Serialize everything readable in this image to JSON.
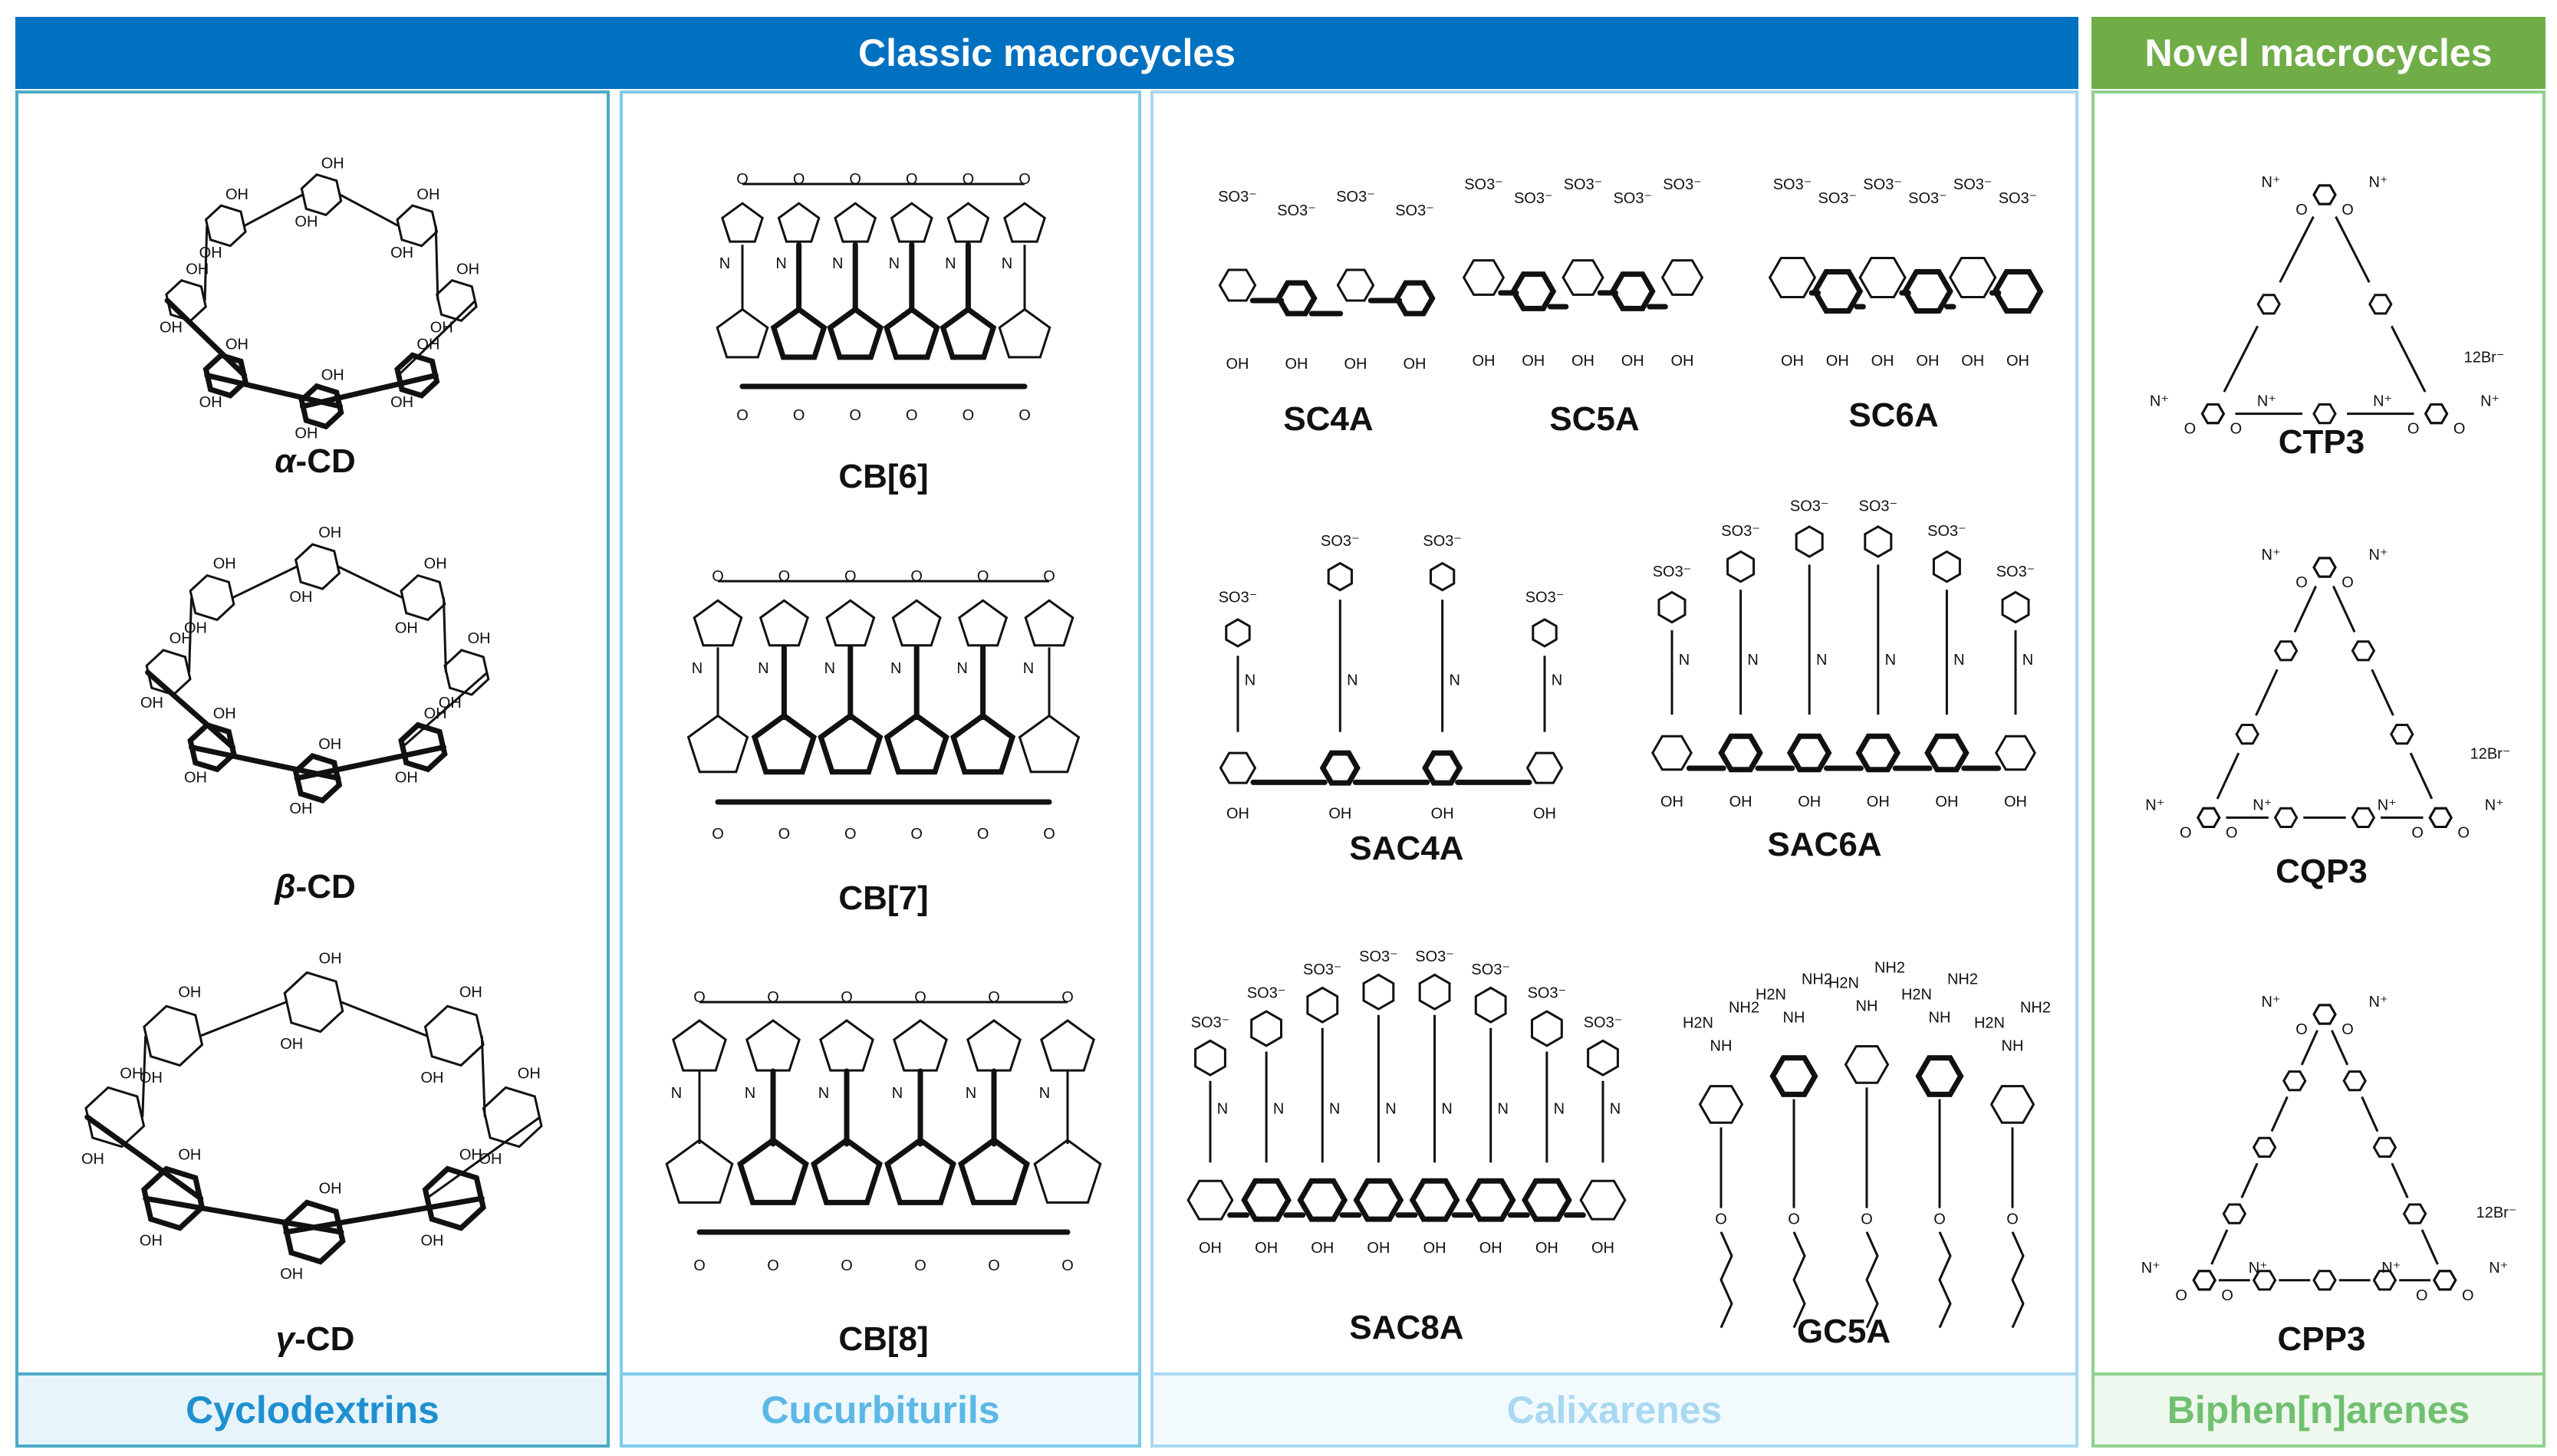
{
  "banners": {
    "classic": {
      "label": "Classic macrocycles",
      "color": "#0070c0"
    },
    "novel": {
      "label": "Novel macrocycles",
      "color": "#70ad47"
    }
  },
  "panels": [
    {
      "id": "cyclodextrins",
      "footer": "Cyclodextrins",
      "footer_color": "#1e90d0",
      "border": "#4bacc6",
      "fill": "#e8f4fb",
      "molecules": [
        {
          "prefix": "α",
          "suffix": "-CD",
          "kind": "cd"
        },
        {
          "prefix": "β",
          "suffix": "-CD",
          "kind": "cd"
        },
        {
          "prefix": "γ",
          "suffix": "-CD",
          "kind": "cd"
        }
      ]
    },
    {
      "id": "cucurbiturils",
      "footer": "Cucurbiturils",
      "footer_color": "#5bb8e6",
      "border": "#7ecbec",
      "fill": "#eef8fd",
      "molecules": [
        {
          "name": "CB[6]",
          "kind": "cb"
        },
        {
          "name": "CB[7]",
          "kind": "cb"
        },
        {
          "name": "CB[8]",
          "kind": "cb"
        }
      ]
    },
    {
      "id": "calixarenes",
      "footer": "Calixarenes",
      "footer_color": "#a9d8f1",
      "border": "#a9d8f1",
      "fill": "#f3fafe",
      "molecules": [
        {
          "name": "SC4A",
          "kind": "calix"
        },
        {
          "name": "SC5A",
          "kind": "calix"
        },
        {
          "name": "SC6A",
          "kind": "calix"
        },
        {
          "name": "SAC4A",
          "kind": "azo"
        },
        {
          "name": "SAC6A",
          "kind": "azo"
        },
        {
          "name": "SAC8A",
          "kind": "azo"
        },
        {
          "name": "GC5A",
          "kind": "guan"
        }
      ]
    },
    {
      "id": "biphenarenes",
      "footer": "Biphen[n]arenes",
      "footer_color": "#70c070",
      "border": "#8fd08f",
      "fill": "#eef8ee",
      "molecules": [
        {
          "name": "CTP3",
          "kind": "bip"
        },
        {
          "name": "CQP3",
          "kind": "bip"
        },
        {
          "name": "CPP3",
          "kind": "bip"
        }
      ]
    }
  ],
  "atom_labels": {
    "oh": "OH",
    "o": "O",
    "n": "N",
    "so3": "SO3⁻",
    "nh2": "NH2",
    "nh": "NH",
    "h2n": "H2N",
    "n_plus": "N⁺",
    "br": "12Br⁻"
  }
}
